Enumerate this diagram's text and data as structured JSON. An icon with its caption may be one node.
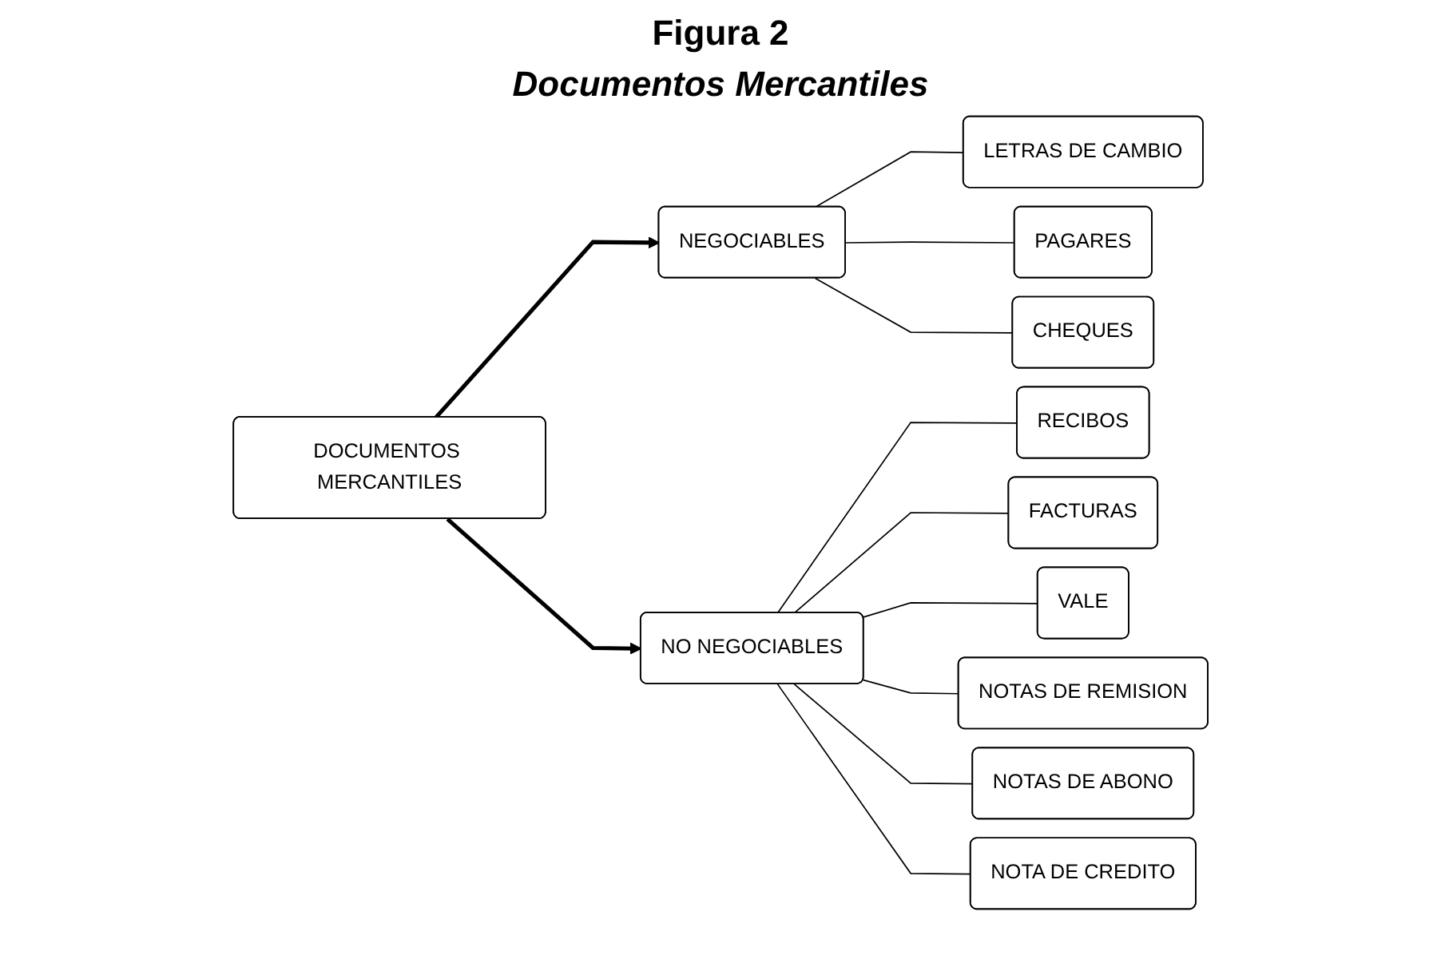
{
  "diagram": {
    "title": "Figura 2",
    "caption": "Documentos Mercantiles",
    "nodes": [
      {
        "text": [
          "DOCUMENTOS MERCANTILES"
        ]
      },
      {
        "text": [
          "NEGOCIABLES"
        ]
      },
      {
        "text": [
          "LETRAS DE CAMBIO"
        ]
      },
      {
        "text": [
          "PAGARES"
        ]
      },
      {
        "text": [
          "CHEQUES"
        ]
      },
      {
        "text": [
          "NO NEGOCIABLES"
        ]
      },
      {
        "text": [
          "RECIBOS"
        ]
      },
      {
        "text": [
          "FACTURAS"
        ]
      },
      {
        "text": [
          "VALE"
        ]
      },
      {
        "text": [
          "NOTAS DE REMISION"
        ]
      },
      {
        "text": [
          "NOTAS DE ABONO"
        ]
      },
      {
        "text": [
          "NOTA DE CREDITO"
        ]
      }
    ],
    "edges": [
      {
        "from": 0,
        "to": 1,
        "arrow": "to",
        "style": "thick"
      },
      {
        "from": 0,
        "to": 5,
        "arrow": "to",
        "style": "thick"
      },
      {
        "from": 1,
        "to": 2,
        "arrow": "none"
      },
      {
        "from": 1,
        "to": 3,
        "arrow": "none"
      },
      {
        "from": 1,
        "to": 4,
        "arrow": "none"
      },
      {
        "from": 5,
        "to": 6,
        "arrow": "none"
      },
      {
        "from": 5,
        "to": 7,
        "arrow": "none"
      },
      {
        "from": 5,
        "to": 8,
        "arrow": "none"
      },
      {
        "from": 5,
        "to": 9,
        "arrow": "none"
      },
      {
        "from": 5,
        "to": 10,
        "arrow": "none"
      },
      {
        "from": 5,
        "to": 11,
        "arrow": "none"
      }
    ]
  }
}
